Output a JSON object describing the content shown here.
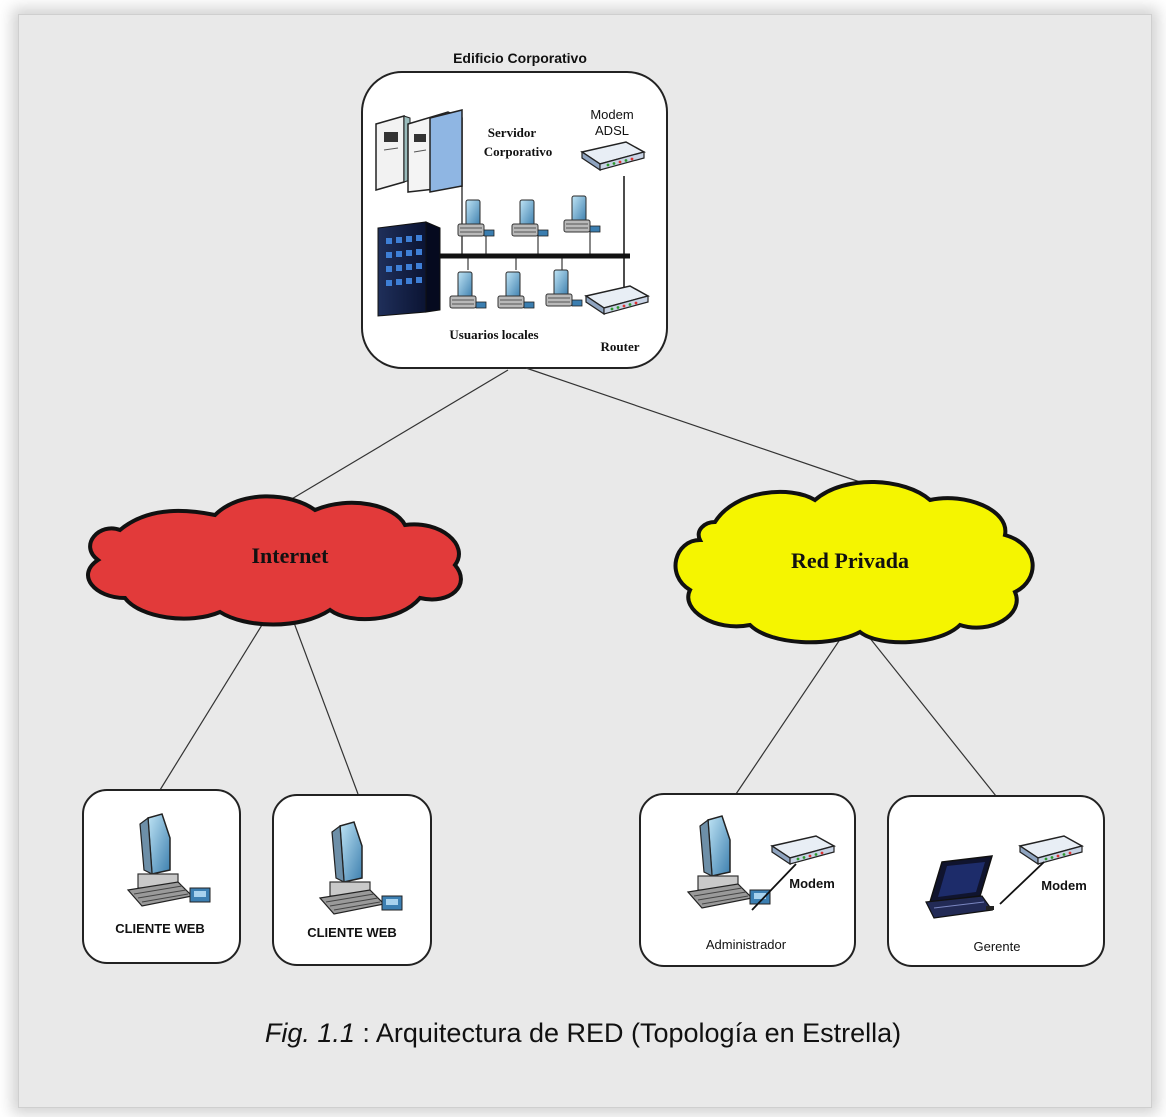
{
  "building": {
    "title": "Edificio Corporativo",
    "server_label": [
      "Servidor",
      "Corporativo"
    ],
    "modem_label": [
      "Modem",
      "ADSL"
    ],
    "users_label": "Usuarios locales",
    "router_label": "Router"
  },
  "clouds": {
    "internet": "Internet",
    "private": "Red Privada"
  },
  "clients": {
    "web1": "CLIENTE  WEB",
    "web2": "CLIENTE  WEB",
    "admin_name": "Administrador",
    "admin_modem": "Modem",
    "manager_name": "Gerente",
    "manager_modem": "Modem"
  },
  "caption": {
    "fig": "Fig. 1.1",
    "text": " : Arquitectura de RED (Topología en Estrella)"
  },
  "colors": {
    "internet_cloud": "#e23a3a",
    "private_cloud": "#f5f500",
    "background": "#e9e9e9"
  }
}
